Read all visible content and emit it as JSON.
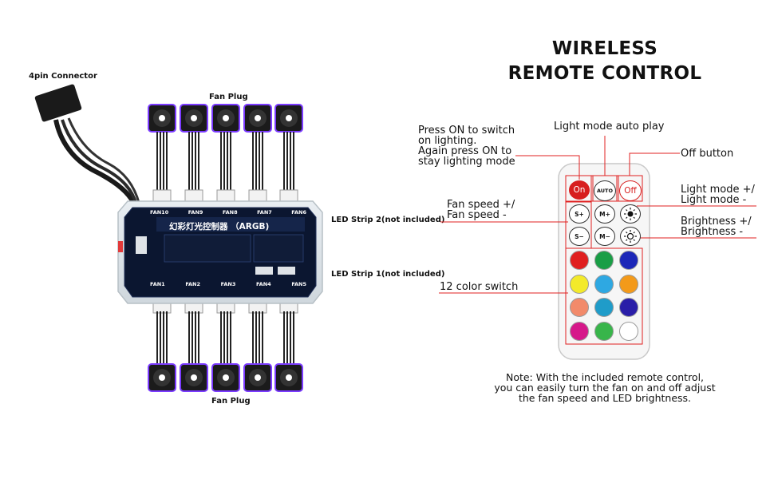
{
  "left": {
    "connector_label": "4pin Connector",
    "fan_plug_top_label": "Fan Plug",
    "fan_plug_bottom_label": "Fan Plug",
    "led_strip_2_label": "LED Strip 2(not included)",
    "led_strip_1_label": "LED Strip 1(not included)",
    "controller": {
      "title": "幻彩灯光控制器 （ARGB)",
      "top_ports": [
        "FAN10",
        "FAN9",
        "FAN8",
        "FAN7",
        "FAN6"
      ],
      "bottom_ports": [
        "FAN1",
        "FAN2",
        "FAN3",
        "FAN4",
        "FAN5"
      ]
    }
  },
  "right": {
    "title_line1": "WIRELESS",
    "title_line2": "REMOTE CONTROL",
    "callouts": {
      "press_on_1": "Press ON to switch",
      "press_on_2": "on lighting.",
      "press_on_3": "Again press ON to",
      "press_on_4": "stay lighting mode",
      "auto_play": "Light mode auto play",
      "off_button": "Off button",
      "fan_speed_1": "Fan speed +/",
      "fan_speed_2": "Fan speed -",
      "light_mode_1": "Light mode +/",
      "light_mode_2": "Light mode -",
      "brightness_1": "Brightness +/",
      "brightness_2": "Brightness -",
      "color_switch": "12 color switch"
    },
    "remote": {
      "on_label": "On",
      "auto_label": "AUTO",
      "off_label": "Off",
      "s_plus": "S+",
      "s_minus": "S−",
      "m_plus": "M+",
      "m_minus": "M−",
      "colors": [
        "#e01f1f",
        "#1a9e46",
        "#1c27b8",
        "#f3ea2a",
        "#2ea8e2",
        "#f39a1a",
        "#f28a6a",
        "#1f9cc9",
        "#2a1ea8",
        "#d6188a",
        "#38b54a",
        "#ffffff"
      ]
    },
    "note_1": "Note: With the included remote control,",
    "note_2": "you can easily turn the fan on and off adjust",
    "note_3": "the fan speed and LED brightness."
  },
  "colors": {
    "callout_line": "#e02020",
    "fan_frame": "#1b1b1b"
  }
}
